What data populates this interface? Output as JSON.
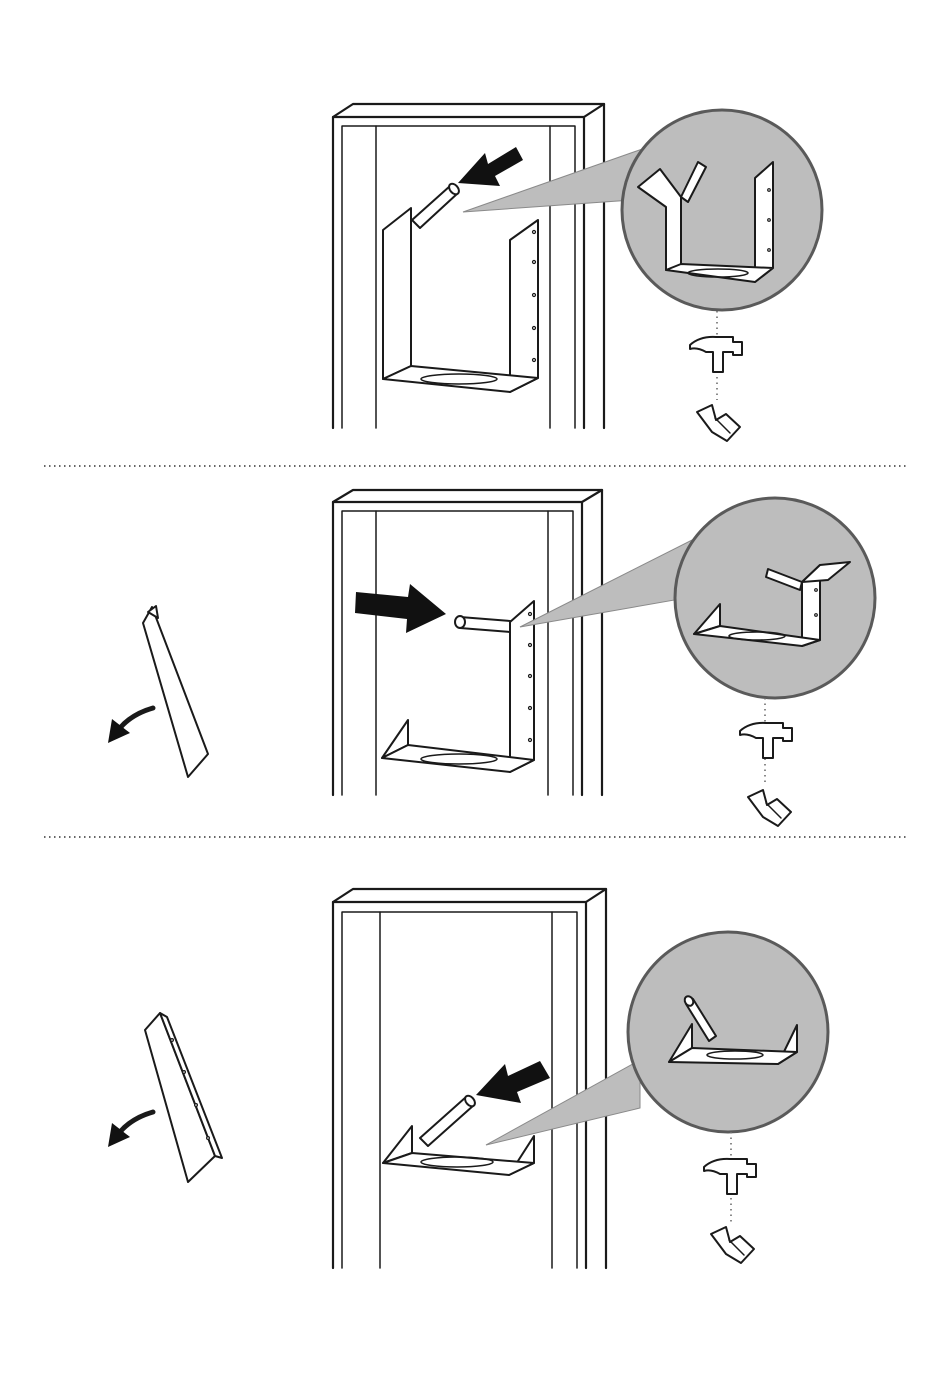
{
  "document": {
    "type": "assembly-instruction-page",
    "panels": [
      {
        "id": 1,
        "action": "remove-top-left-plate"
      },
      {
        "id": 2,
        "action": "remove-right-side-plate"
      },
      {
        "id": 3,
        "action": "remove-bottom-shelf-plate"
      }
    ],
    "colors": {
      "ink": "#1a1a1a",
      "magnifier_fill": "#bdbdbd",
      "magnifier_border": "#5a5a5a",
      "background": "#ffffff"
    },
    "icons": [
      "hammer-icon",
      "glove-hand-icon",
      "push-arrow-icon",
      "curved-arrow-icon",
      "magnifier-detail"
    ]
  }
}
